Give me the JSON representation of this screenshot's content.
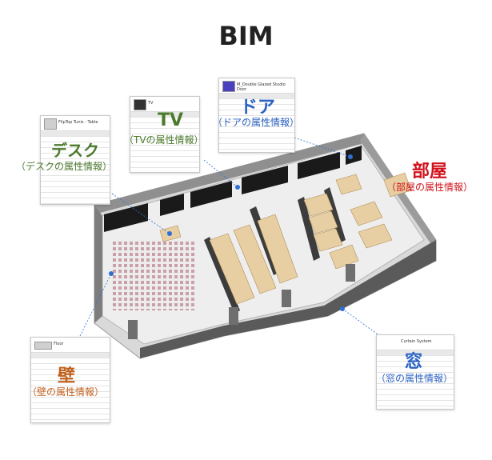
{
  "title": "BIM",
  "colors": {
    "green": "#4b7a2c",
    "blue": "#2b63c4",
    "red": "#d0121b",
    "orange": "#c0601c",
    "leader": "#2f6fd4"
  },
  "labels": {
    "desk": {
      "main": "デスク",
      "sub": "（デスクの属性情報）"
    },
    "tv": {
      "main": "TV",
      "sub": "（TVの属性情報）"
    },
    "door": {
      "main": "ドア",
      "sub": "（ドアの属性情報）"
    },
    "room": {
      "main": "部屋",
      "sub": "（部屋の属性情報）"
    },
    "wall": {
      "main": "壁",
      "sub": "（壁の属性情報）"
    },
    "window": {
      "main": "窓",
      "sub": "（窓の属性情報）"
    }
  },
  "panels": {
    "desk": {
      "name": "FlipTop Tunis - Table"
    },
    "tv": {
      "name": "TV"
    },
    "door": {
      "name": "M_Double Glazed Studio Door"
    },
    "wall": {
      "name": "Floor"
    },
    "window": {
      "name": "Curtain System"
    }
  }
}
